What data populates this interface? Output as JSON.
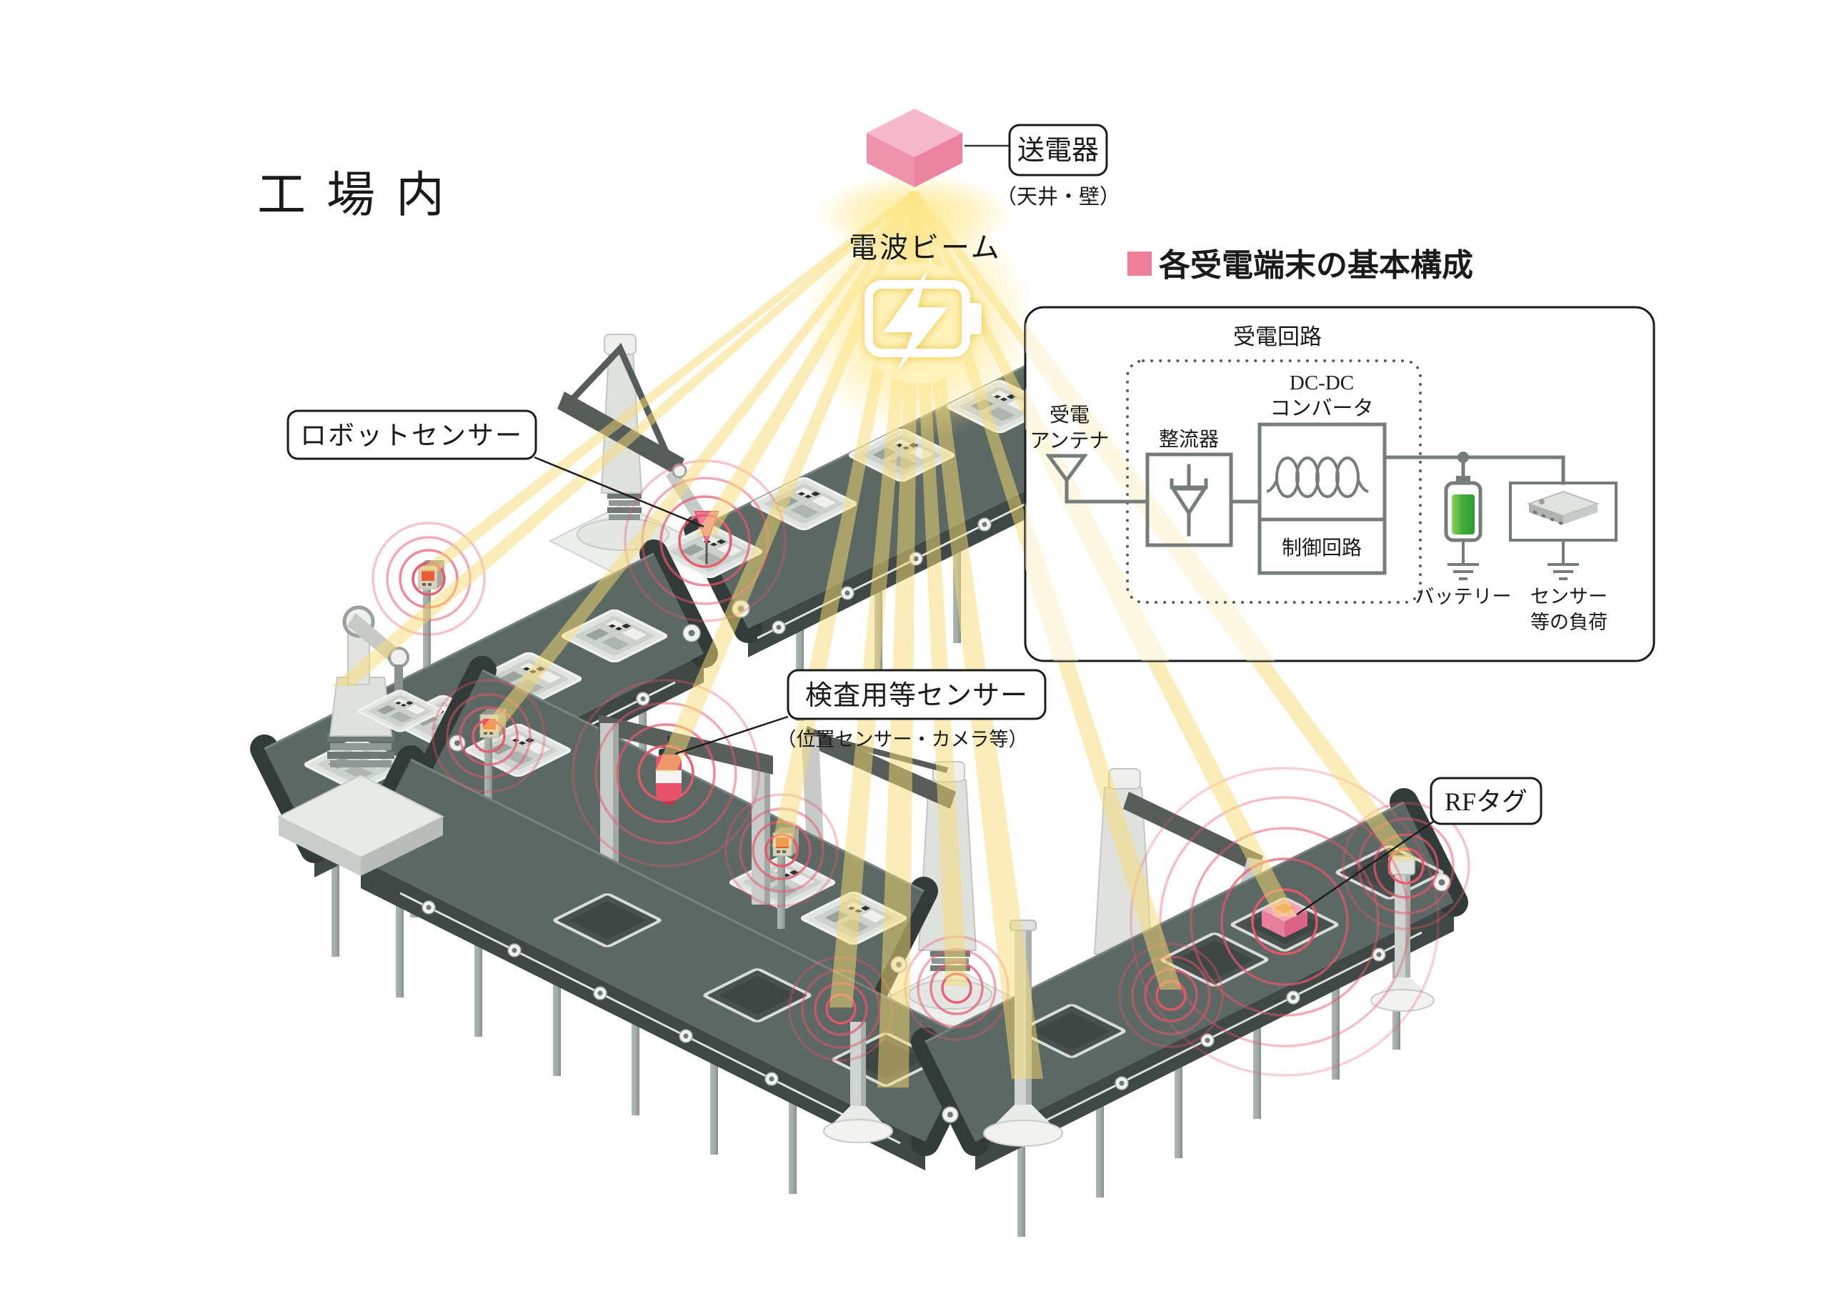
{
  "page": {
    "background": "#ffffff"
  },
  "title": "工 場 内",
  "scene_heading": {
    "text": "各受電端末の基本構成",
    "bullet_color": "#ef8099"
  },
  "transmitter": {
    "label": "送電器",
    "location_note": "（天井・壁）"
  },
  "radio_beam": {
    "label": "電波ビーム"
  },
  "labels": {
    "robot_sensor": "ロボットセンサー",
    "inspection_sensor": "検査用等センサー",
    "inspection_sensor_note": "（位置センサー・カメラ等）",
    "rf_tag": "RFタグ"
  },
  "receiver_circuit": {
    "title": "受電回路",
    "antenna_line1": "受電",
    "antenna_line2": "アンテナ",
    "rectifier": "整流器",
    "dcdc_line1": "DC-DC",
    "dcdc_line2": "コンバータ",
    "control": "制御回路",
    "battery": "バッテリー",
    "load_line1": "センサー",
    "load_line2": "等の負荷"
  },
  "icons": {
    "battery_charging": "battery-with-lightning-bolt",
    "antenna": "receive-antenna-Y",
    "diode": "diode-in-box",
    "inductor": "coil",
    "battery": "green-battery",
    "chip": "isometric-chip",
    "ground": "ground-bars",
    "radio_wave": "pink-concentric-circles"
  },
  "colors": {
    "beam_yellow": "#f7dc74",
    "wave_pink": "#e8566c",
    "transmitter_pink_top": "#f5b8ca",
    "transmitter_pink_side": "#ea82a0",
    "belt_gray": "#5c6863",
    "circuit_gray": "#767d79",
    "battery_green": "#3fae3a"
  }
}
